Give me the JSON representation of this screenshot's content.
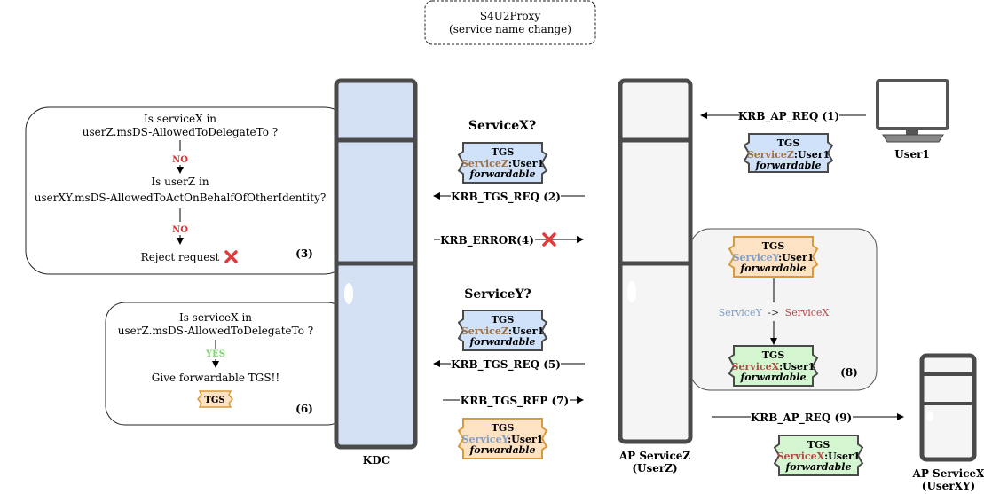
{
  "title": {
    "line1": "S4U2Proxy",
    "line2": "(service name change)"
  },
  "labels": {
    "kdc": "KDC",
    "serviceZ_line1": "AP ServiceZ",
    "serviceZ_line2": "(UserZ)",
    "serviceX_line1": "AP ServiceX",
    "serviceX_line2": "(UserXY)",
    "user": "User1",
    "q_servicex": "ServiceX?",
    "q_servicey": "ServiceY?"
  },
  "messages": {
    "m1": "KRB_AP_REQ (1)",
    "m2": "KRB_TGS_REQ (2)",
    "m4": "KRB_ERROR(4)",
    "m5": "KRB_TGS_REQ (5)",
    "m7": "KRB_TGS_REP (7)",
    "m9": "KRB_AP_REQ (9)"
  },
  "box3": {
    "q1_line1": "Is serviceX in",
    "q1_line2": "userZ.msDS-AllowedToDelegateTo ?",
    "no1": "NO",
    "q2_line1": "Is userZ in",
    "q2_line2": "userXY.msDS-AllowedToActOnBehalfOfOtherIdentity?",
    "no2": "NO",
    "reject": "Reject request",
    "num": "(3)"
  },
  "box6": {
    "q_line1": "Is serviceX in",
    "q_line2": "userZ.msDS-AllowedToDelegateTo ?",
    "yes": "YES",
    "give": "Give forwardable TGS!!",
    "tgs": "TGS",
    "num": "(6)"
  },
  "box8": {
    "transform_from": "ServiceY",
    "transform_arrow": "->",
    "transform_to": "ServiceX",
    "num": "(8)"
  },
  "tickets": [
    {
      "id": "t-user",
      "tgs": "TGS",
      "svc": "ServiceZ",
      "user": ":User1",
      "flag": "forwardable",
      "fill": "#cfe2f9",
      "svc_color": "#a07040"
    },
    {
      "id": "t-kdc-x",
      "tgs": "TGS",
      "svc": "ServiceZ",
      "user": ":User1",
      "flag": "forwardable",
      "fill": "#cfe2f9",
      "svc_color": "#a07040"
    },
    {
      "id": "t-kdc-y",
      "tgs": "TGS",
      "svc": "ServiceZ",
      "user": ":User1",
      "flag": "forwardable",
      "fill": "#cfe2f9",
      "svc_color": "#a07040"
    },
    {
      "id": "t-rep",
      "tgs": "TGS",
      "svc": "ServiceY",
      "user": ":User1",
      "flag": "forwardable",
      "fill": "#fde3c3",
      "svc_color": "#7f9fc8"
    },
    {
      "id": "t-b8-top",
      "tgs": "TGS",
      "svc": "ServiceY",
      "user": ":User1",
      "flag": "forwardable",
      "fill": "#fde3c3",
      "svc_color": "#7f9fc8"
    },
    {
      "id": "t-b8-bot",
      "tgs": "TGS",
      "svc": "ServiceX",
      "user": ":User1",
      "flag": "forwardable",
      "fill": "#d3f5d0",
      "svc_color": "#b14a4a"
    },
    {
      "id": "t-final",
      "tgs": "TGS",
      "svc": "ServiceX",
      "user": ":User1",
      "flag": "forwardable",
      "fill": "#d3f5d0",
      "svc_color": "#b14a4a"
    }
  ],
  "colors": {
    "kdc_fill": "#d4e1f4",
    "server_stroke": "#555555",
    "no": "#e03030",
    "yes": "#7bd96a",
    "blue_service": "#7f9fc8",
    "red_service": "#b14a4a"
  }
}
